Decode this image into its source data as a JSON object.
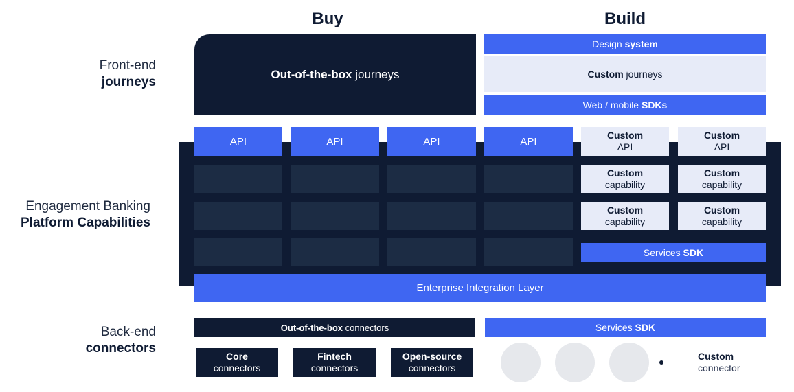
{
  "columns": {
    "buy": "Buy",
    "build": "Build"
  },
  "side_labels": {
    "frontend": {
      "line1": "Front-end",
      "line2": "journeys"
    },
    "platform": {
      "line1": "Engagement Banking",
      "line2": "Platform Capabilities"
    },
    "backend": {
      "line1": "Back-end",
      "line2": "connectors"
    }
  },
  "frontend": {
    "ootb_bold": "Out-of-the-box",
    "ootb_rest": " journeys",
    "design_normal": "Design ",
    "design_bold": "system",
    "custom_bold": "Custom",
    "custom_rest": " journeys",
    "sdk_normal": "Web / mobile ",
    "sdk_bold": "SDKs"
  },
  "platform": {
    "api_label": "API",
    "custom_api": {
      "line1": "Custom",
      "line2": "API"
    },
    "custom_capability": {
      "line1": "Custom",
      "line2": "capability"
    },
    "services_normal": "Services ",
    "services_bold": "SDK",
    "integration": "Enterprise Integration Layer"
  },
  "backend": {
    "ootb_bold": "Out-of-the-box",
    "ootb_rest": " connectors",
    "services_normal": "Services ",
    "services_bold": "SDK",
    "core": {
      "line1": "Core",
      "line2": "connectors"
    },
    "fintech": {
      "line1": "Fintech",
      "line2": "connectors"
    },
    "opensource": {
      "line1": "Open-source",
      "line2": "connectors"
    },
    "custom_connector": {
      "line1": "Custom",
      "line2": "connector"
    }
  }
}
